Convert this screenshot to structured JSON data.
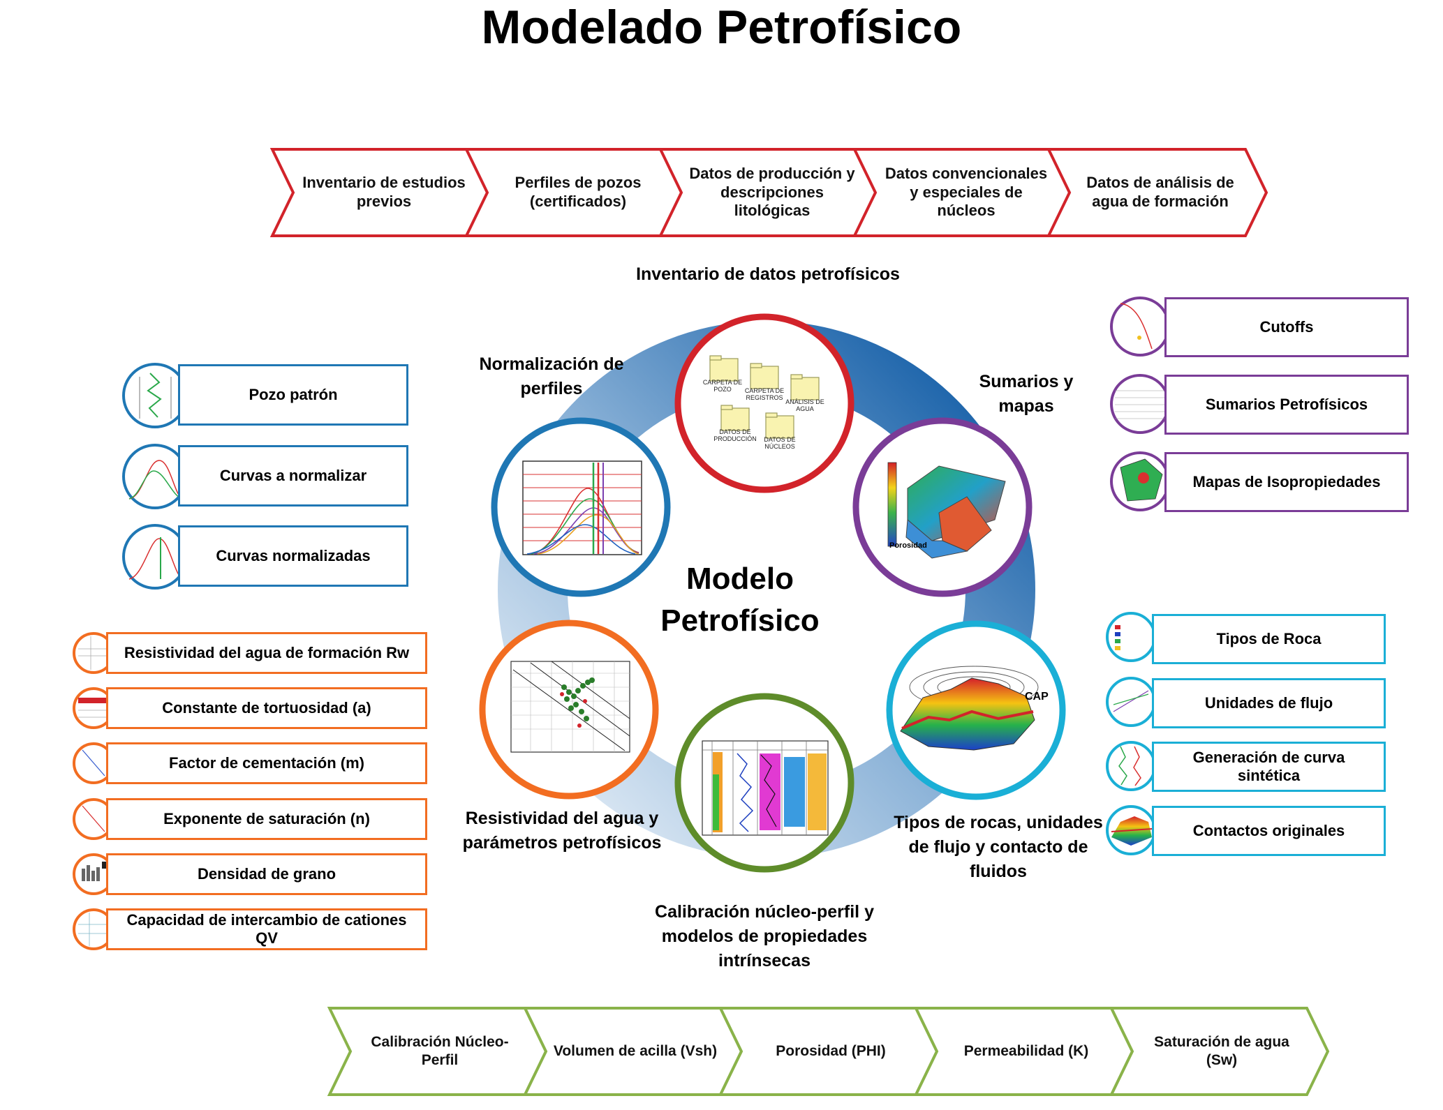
{
  "title": "Modelado Petrofísico",
  "colors": {
    "red": "#d2232a",
    "blue": "#1f77b4",
    "orange": "#f26d21",
    "purple": "#7a3c97",
    "cyan": "#1aafd6",
    "green_chevron": "#8ab34a",
    "green_node": "#5e8c2a",
    "ring_dark": "#0e5aa4",
    "ring_light": "#c5dbee"
  },
  "top_chevrons": [
    {
      "label": "Inventario de estudios previos"
    },
    {
      "label": "Perfiles de pozos (certificados)"
    },
    {
      "label": "Datos de producción y descripciones litológicas"
    },
    {
      "label": "Datos convencionales y especiales de núcleos"
    },
    {
      "label": "Datos de análisis de agua de formación"
    }
  ],
  "inventory_caption": "Inventario de datos petrofísicos",
  "center_label": "Modelo Petrofísico",
  "nodes": {
    "normalizacion": "Normalización de perfiles",
    "sumarios": "Sumarios y mapas",
    "tipos": "Tipos de rocas, unidades de flujo y contacto de fluidos",
    "calibracion": "Calibración núcleo-perfil y modelos de propiedades intrínsecas",
    "resistividad": "Resistividad del agua y parámetros petrofísicos"
  },
  "folders": [
    {
      "label": "CARPETA DE POZO"
    },
    {
      "label": "CARPETA DE REGISTROS"
    },
    {
      "label": "ANÁLISIS DE AGUA"
    },
    {
      "label": "DATOS DE PRODUCCIÓN"
    },
    {
      "label": "DATOS DE NÚCLEOS"
    }
  ],
  "map_legend": "Porosidad",
  "cap_label": "CAP",
  "blue_items": [
    {
      "label": "Pozo patrón",
      "icon": "log-track-icon"
    },
    {
      "label": "Curvas a normalizar",
      "icon": "histogram-curves-icon"
    },
    {
      "label": "Curvas normalizadas",
      "icon": "normalized-curves-icon"
    }
  ],
  "orange_items": [
    {
      "label": "Resistividad del agua de formación Rw",
      "icon": "table-icon"
    },
    {
      "label": "Constante de tortuosidad (a)",
      "icon": "table-icon"
    },
    {
      "label": "Factor de cementación (m)",
      "icon": "crossplot-icon"
    },
    {
      "label": "Exponente de saturación (n)",
      "icon": "crossplot-icon"
    },
    {
      "label": "Densidad de grano",
      "icon": "bar-chart-icon"
    },
    {
      "label": "Capacidad de intercambio de cationes QV",
      "icon": "crossplot-icon"
    }
  ],
  "purple_items": [
    {
      "label": "Cutoffs",
      "icon": "cutoff-plot-icon"
    },
    {
      "label": "Sumarios Petrofísicos",
      "icon": "summary-table-icon"
    },
    {
      "label": "Mapas de Isopropiedades",
      "icon": "map-icon"
    }
  ],
  "cyan_items": [
    {
      "label": "Tipos de Roca",
      "icon": "legend-icon"
    },
    {
      "label": "Unidades de flujo",
      "icon": "crossplot-icon"
    },
    {
      "label": "Generación de curva sintética",
      "icon": "log-track-icon"
    },
    {
      "label": "Contactos originales",
      "icon": "surface-3d-icon"
    }
  ],
  "bottom_chevrons": [
    {
      "label": "Calibración Núcleo-Perfil"
    },
    {
      "label": "Volumen de acilla (Vsh)"
    },
    {
      "label": "Porosidad (PHI)"
    },
    {
      "label": "Permeabilidad (K)"
    },
    {
      "label": "Saturación de agua (Sw)"
    }
  ]
}
